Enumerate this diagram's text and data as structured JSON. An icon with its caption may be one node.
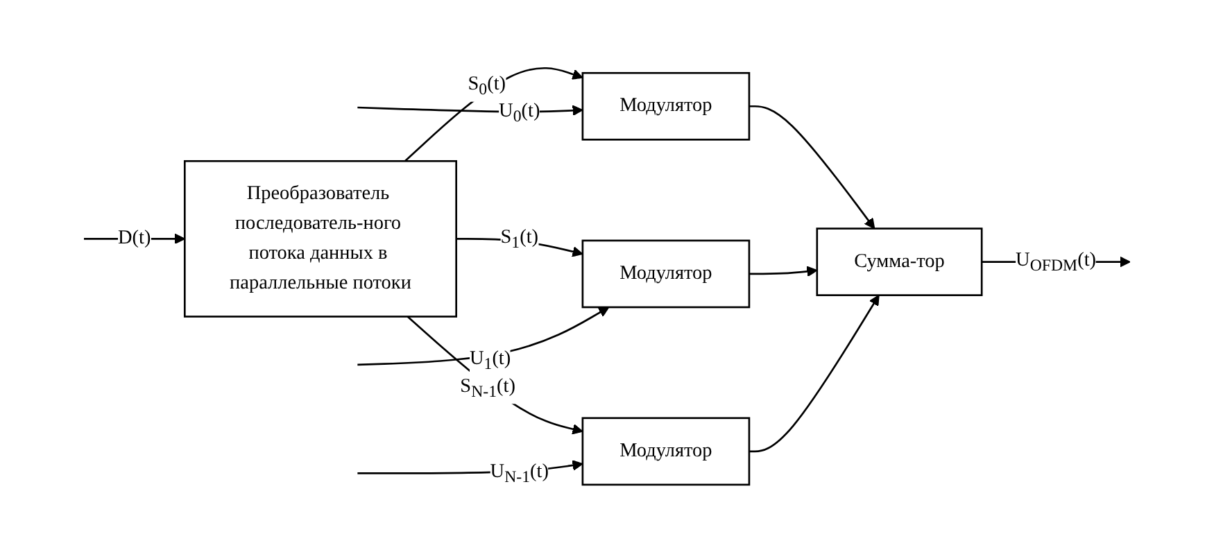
{
  "diagram": {
    "nodes": [
      {
        "text": [
          "Преобразователь последователь-ного потока данных в параллельные потоки"
        ]
      },
      {
        "text": [
          "Модулятор"
        ]
      },
      {
        "text": [
          "Модулятор"
        ]
      },
      {
        "text": [
          "Модулятор"
        ]
      },
      {
        "text": [
          "Сумма-тор"
        ]
      }
    ],
    "edges": [
      {
        "from": null,
        "to": 0,
        "arrow": "to",
        "label": "D(t)"
      },
      {
        "from": 0,
        "to": 1,
        "arrow": "to",
        "label": "S$_{0}$(t)"
      },
      {
        "from": 0,
        "to": 2,
        "arrow": "to",
        "label": "S$_{1}$(t)"
      },
      {
        "from": 0,
        "to": 3,
        "arrow": "to",
        "label": "S$_{N-1}$(t)"
      },
      {
        "from": null,
        "to": 1,
        "arrow": "to",
        "label": "U$_{0}$(t)"
      },
      {
        "from": null,
        "to": 2,
        "arrow": "to",
        "label": "U$_{1}$(t)"
      },
      {
        "from": null,
        "to": 3,
        "arrow": "to",
        "label": "U$_{N-1}$(t)"
      },
      {
        "from": 1,
        "to": 4,
        "arrow": "to"
      },
      {
        "from": 2,
        "to": 4,
        "arrow": "to"
      },
      {
        "from": 3,
        "to": 4,
        "arrow": "to"
      },
      {
        "from": 4,
        "to": null,
        "arrow": "to",
        "label": "U$_{OFDM}$(t)"
      }
    ]
  }
}
